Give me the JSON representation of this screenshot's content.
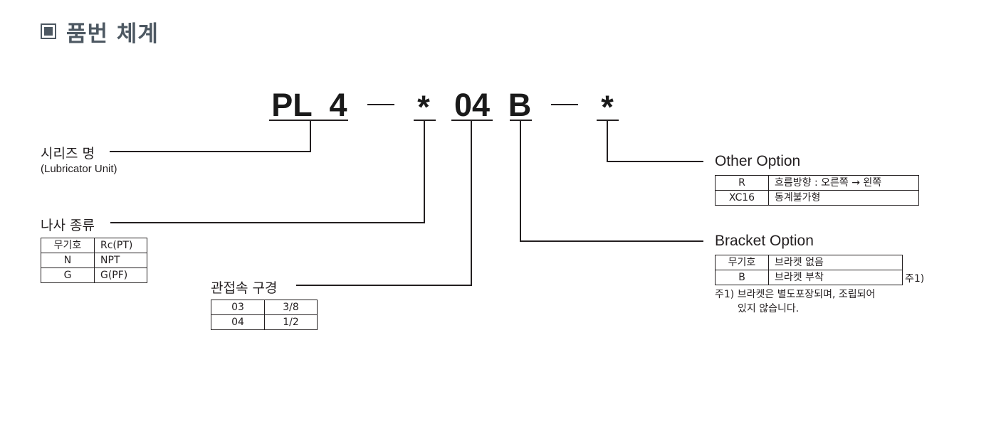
{
  "title": "품번 체계",
  "code": {
    "series": "PL",
    "size": "4",
    "thread_mark": "*",
    "port": "04",
    "bracket": "B",
    "option_mark": "*"
  },
  "series_name": {
    "label": "시리즈 명",
    "sub": "(Lubricator Unit)"
  },
  "thread_type": {
    "label": "나사 종류",
    "rows": [
      {
        "key": "무기호",
        "value": "Rc(PT)"
      },
      {
        "key": "N",
        "value": "NPT"
      },
      {
        "key": "G",
        "value": "G(PF)"
      }
    ]
  },
  "port_size": {
    "label": "관접속 구경",
    "rows": [
      {
        "key": "03",
        "value": "3/8"
      },
      {
        "key": "04",
        "value": "1/2"
      }
    ]
  },
  "other_option": {
    "label": "Other Option",
    "rows": [
      {
        "key": "R",
        "value": "흐름방향 : 오른쪽 → 왼쪽"
      },
      {
        "key": "XC16",
        "value": "동계불가형"
      }
    ]
  },
  "bracket_option": {
    "label": "Bracket Option",
    "rows": [
      {
        "key": "무기호",
        "value": "브라켓 없음"
      },
      {
        "key": "B",
        "value": "브라켓 부착"
      }
    ],
    "row_mark": "주1)",
    "note_line1": "주1) 브라켓은 별도포장되며, 조립되어",
    "note_line2": "있지 않습니다."
  }
}
